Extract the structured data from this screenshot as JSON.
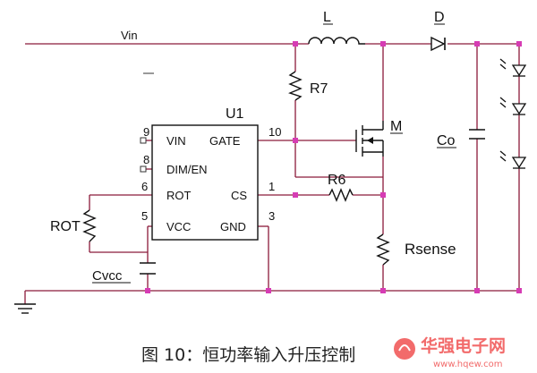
{
  "nets": {
    "vin": "Vin"
  },
  "components": {
    "inductor": "L",
    "diode": "D",
    "r7": "R7",
    "u1": "U1",
    "mosfet": "M",
    "cap_out": "Co",
    "r6": "R6",
    "rsense": "Rsense",
    "rot": "ROT",
    "cvcc": "Cvcc"
  },
  "ic": {
    "pins": [
      {
        "num": "9",
        "name": "VIN"
      },
      {
        "num": "8",
        "name": "DIM/EN"
      },
      {
        "num": "6",
        "name": "ROT"
      },
      {
        "num": "5",
        "name": "VCC"
      },
      {
        "num": "10",
        "name": "GATE"
      },
      {
        "num": "1",
        "name": "CS"
      },
      {
        "num": "3",
        "name": "GND"
      }
    ]
  },
  "caption": "图 10：恒功率输入升压控制",
  "watermark": {
    "cn": "华强电子网",
    "url": "www.hqew.com"
  },
  "colors": {
    "wire": "#8b1a3a",
    "component": "#111111",
    "junction": "#d63cb4",
    "watermark": "#f26b6b"
  }
}
